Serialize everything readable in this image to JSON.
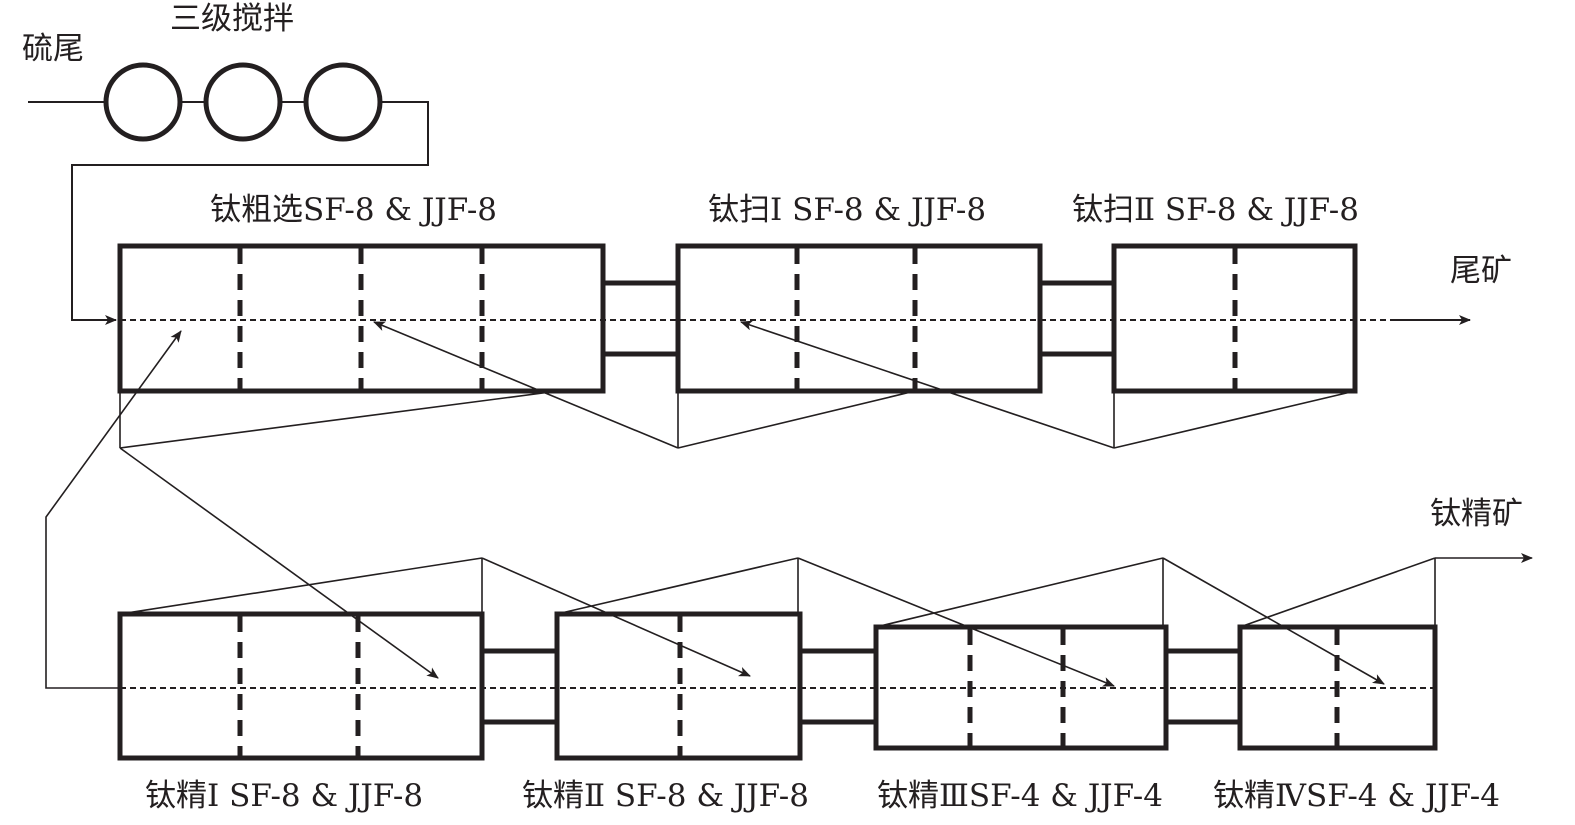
{
  "feed_label": "硫尾",
  "agitation_label": "三级搅拌",
  "tailings_label": "尾矿",
  "concentrate_label": "钛精矿",
  "top_stages": [
    {
      "label": "钛粗选SF-8 & JJF-8"
    },
    {
      "label": "钛扫Ⅰ SF-8 & JJF-8"
    },
    {
      "label": "钛扫Ⅱ SF-8 & JJF-8"
    }
  ],
  "bottom_stages": [
    {
      "label": "钛精Ⅰ SF-8 & JJF-8"
    },
    {
      "label": "钛精Ⅱ SF-8 & JJF-8"
    },
    {
      "label": "钛精ⅢSF-4 & JJF-4"
    },
    {
      "label": "钛精ⅣSF-4 & JJF-4"
    }
  ],
  "colors": {
    "line": "#231f20"
  }
}
